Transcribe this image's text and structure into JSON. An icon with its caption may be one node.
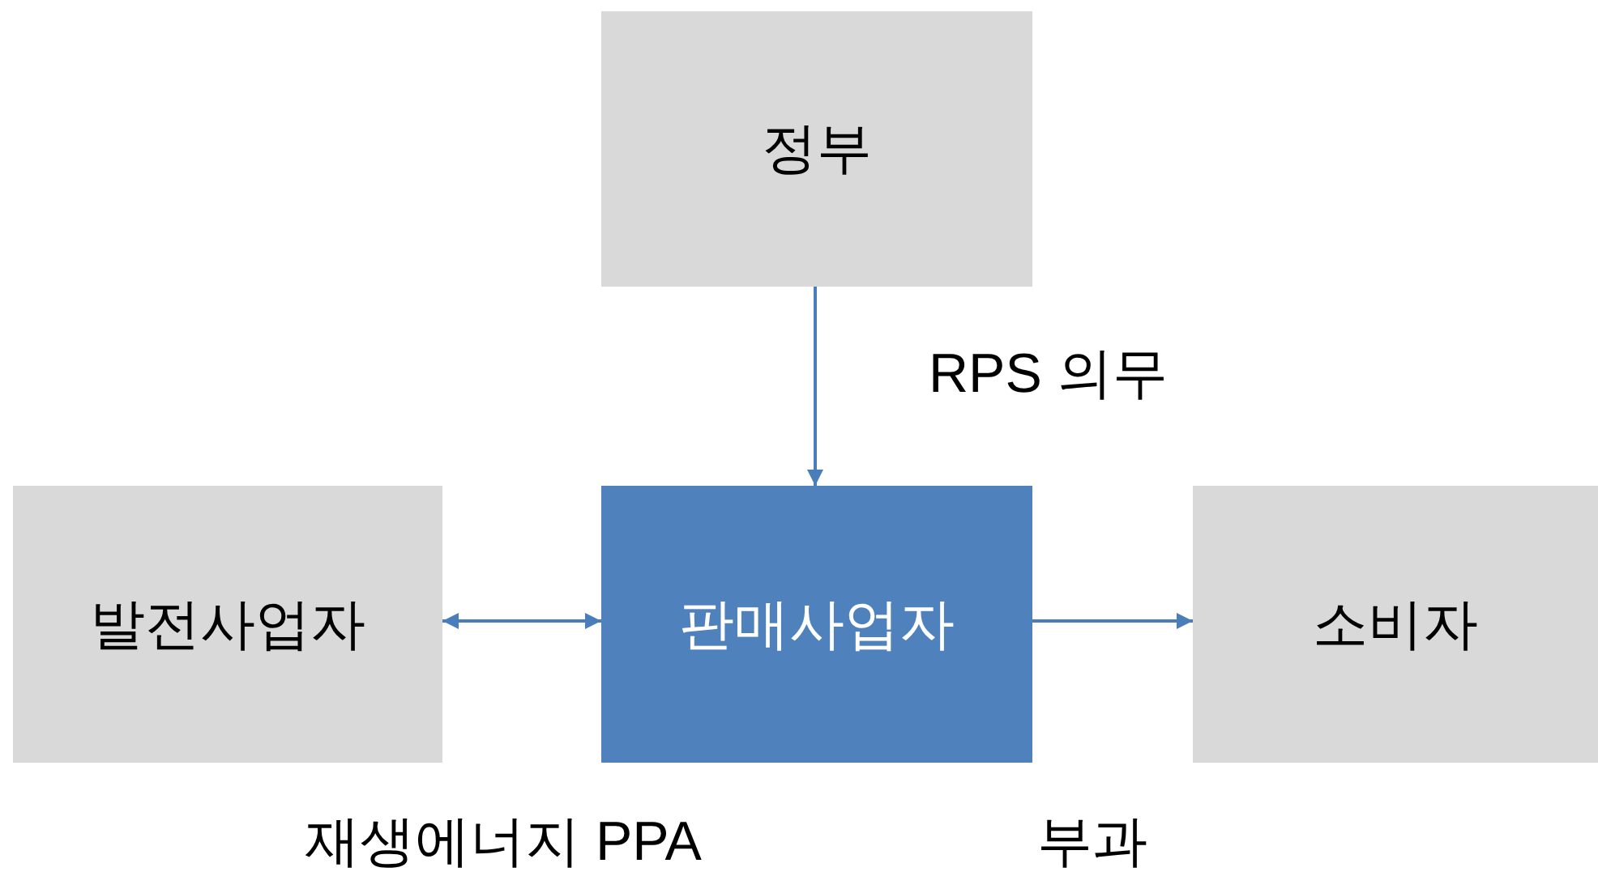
{
  "diagram": {
    "nodes": [
      {
        "text": [
          "정부"
        ]
      },
      {
        "text": [
          "발전사업자"
        ]
      },
      {
        "text": [
          "판매사업자"
        ]
      },
      {
        "text": [
          "소비자"
        ]
      }
    ],
    "edges": [
      {
        "from": 0,
        "to": 2,
        "arrow": "to",
        "label": "RPS 의무"
      },
      {
        "from": 1,
        "to": 2,
        "arrow": "both",
        "label": "재생에너지 PPA"
      },
      {
        "from": 2,
        "to": 3,
        "arrow": "to",
        "label": "부과"
      }
    ]
  }
}
